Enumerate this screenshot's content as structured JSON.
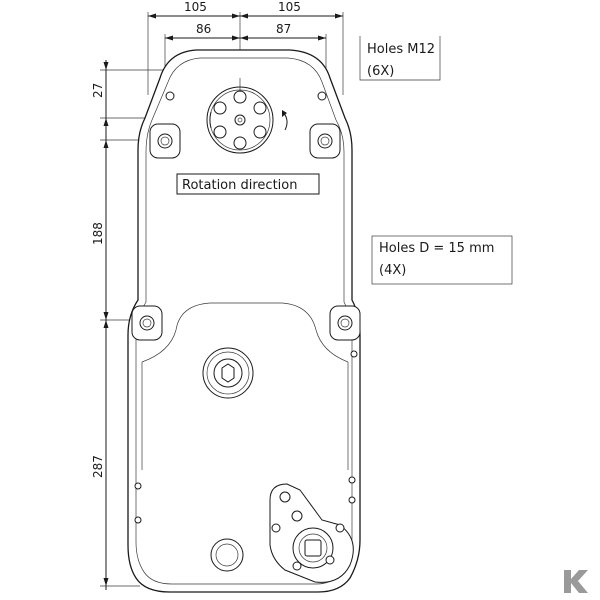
{
  "dimensions": {
    "top_total_left": "105",
    "top_total_right": "105",
    "top_inner_left": "86",
    "top_inner_right": "87",
    "left_top": "27",
    "left_middle": "188",
    "left_bottom": "287"
  },
  "notes": {
    "holes_m12_line1": "Holes M12",
    "holes_m12_line2": "(6X)",
    "holes_d_line1": "Holes D = 15 mm",
    "holes_d_line2": "(4X)",
    "rotation_direction": "Rotation direction"
  },
  "logo": {
    "letter": "K",
    "color": "#9a9a9a"
  }
}
